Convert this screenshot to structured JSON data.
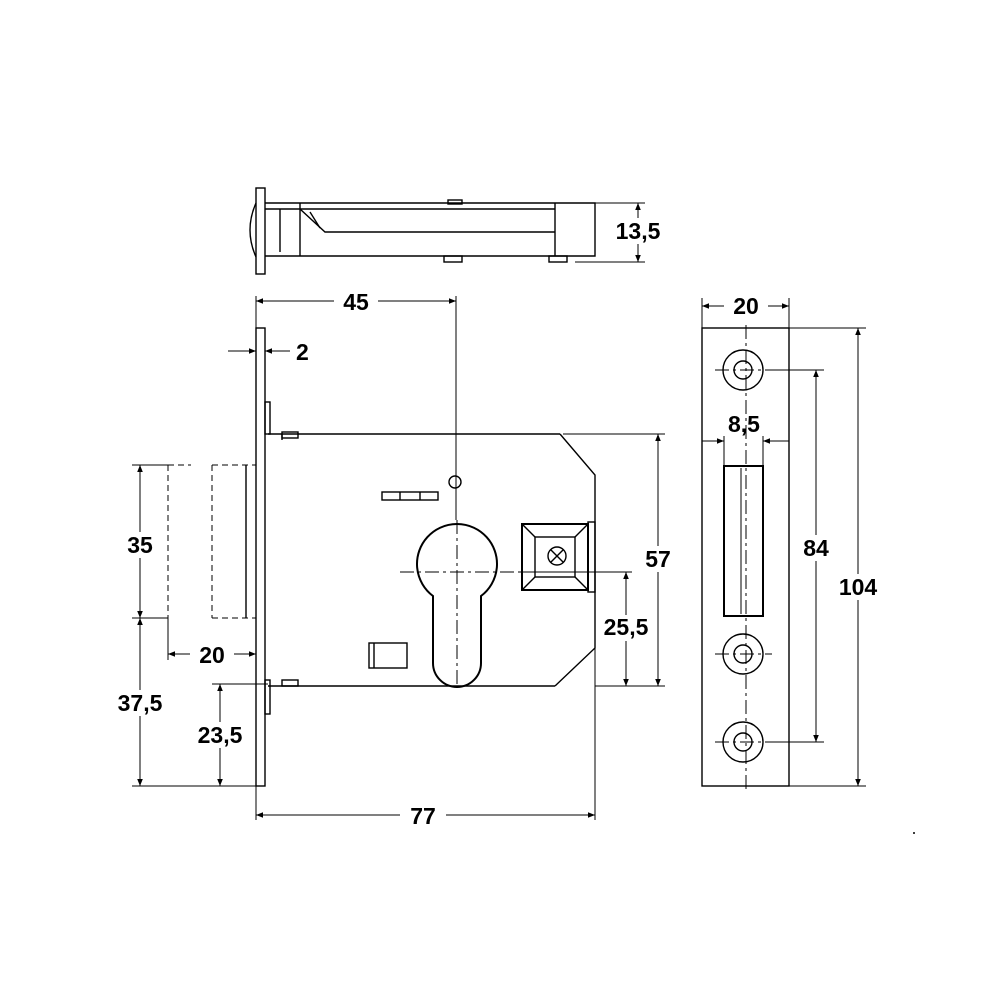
{
  "dimensions": {
    "top_height": "13,5",
    "offset_45": "45",
    "faceplate_2": "2",
    "strike_width": "20",
    "strike_slot": "8,5",
    "height_57": "57",
    "height_35": "35",
    "latch_20": "20",
    "center_25_5": "25,5",
    "hole_spacing_84": "84",
    "strike_height_104": "104",
    "bottom_37_5": "37,5",
    "bottom_23_5": "23,5",
    "total_77": "77"
  }
}
